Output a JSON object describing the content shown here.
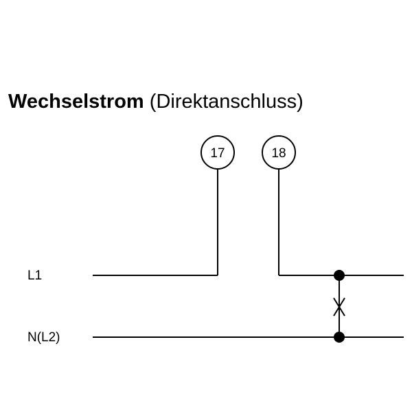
{
  "title": {
    "bold": "Wechselstrom",
    "regular": "(Direktanschluss)"
  },
  "terminals": [
    {
      "number": "17"
    },
    {
      "number": "18"
    }
  ],
  "lines": [
    {
      "label": "L1"
    },
    {
      "label": "N(L2)"
    }
  ]
}
